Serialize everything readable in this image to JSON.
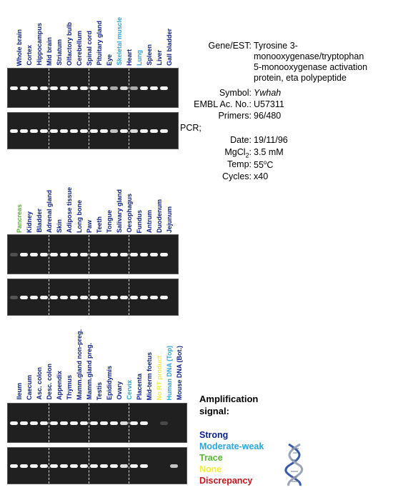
{
  "panels": [
    {
      "lanes": [
        "Whole brain",
        "Cortex",
        "Hippocampus",
        "Mid brain",
        "Striatum",
        "Olfactory bulb",
        "Cerebellum",
        "Spinal cord",
        "Pituitary gland",
        "Eye",
        "Skeletal muscle",
        "Heart",
        "Lung",
        "Spleen",
        "Liver",
        "Gall bladder"
      ],
      "signals": [
        "strong",
        "strong",
        "strong",
        "strong",
        "strong",
        "strong",
        "strong",
        "strong",
        "strong",
        "strong",
        "moderate",
        "strong",
        "moderate",
        "strong",
        "strong",
        "strong"
      ],
      "band_levels_top": [
        1,
        1,
        1,
        1,
        1,
        1,
        1,
        1,
        1,
        1,
        0.7,
        0.9,
        0.7,
        1,
        1,
        1
      ],
      "band_levels_bottom": [
        1,
        1,
        1,
        1,
        1,
        1,
        1,
        1,
        1,
        1,
        0.8,
        1,
        0.9,
        1,
        1,
        1
      ]
    },
    {
      "lanes": [
        "Pancreas",
        "Kidney",
        "Bladder",
        "Adrenal gland",
        "Skin",
        "Adipose tissue",
        "Long bone",
        "Paw",
        "Teeth",
        "Tongue",
        "Salivary gland",
        "Oesophagus",
        "Fundus",
        "Antrum",
        "Duodenum",
        "Jejunum"
      ],
      "signals": [
        "trace",
        "strong",
        "strong",
        "strong",
        "strong",
        "strong",
        "strong",
        "strong",
        "strong",
        "strong",
        "strong",
        "strong",
        "strong",
        "strong",
        "strong",
        "strong"
      ],
      "band_levels_top": [
        0.15,
        1,
        1,
        1,
        1,
        1,
        1,
        1,
        1,
        1,
        1,
        1,
        1,
        1,
        1,
        1
      ],
      "band_levels_bottom": [
        0.2,
        1,
        1,
        1,
        1,
        1,
        1,
        1,
        1,
        1,
        1,
        1,
        1,
        1,
        1,
        1
      ]
    },
    {
      "lanes": [
        "Ileum",
        "Caecum",
        "Asc. colon",
        "Desc. colon",
        "Appendix",
        "Thymus",
        "Mamm.gland non-preg.",
        "Mamm.gland preg.",
        "Testis",
        "Epididymis",
        "Ovary",
        "Cervix",
        "Placenta",
        "Mid-term foetus",
        "No RT product",
        "Human DNA (Top)",
        "Mouse DNA (Bot.)"
      ],
      "signals": [
        "strong",
        "strong",
        "strong",
        "strong",
        "strong",
        "strong",
        "strong",
        "strong",
        "strong",
        "strong",
        "strong",
        "moderate",
        "strong",
        "strong",
        "none",
        "moderate",
        "strong"
      ],
      "band_levels_top": [
        1,
        1,
        1,
        1,
        1,
        1,
        1,
        1,
        1,
        1,
        1,
        0.9,
        1,
        1,
        0,
        0.1,
        0
      ],
      "band_levels_bottom": [
        1,
        1,
        1,
        1,
        1,
        1,
        1,
        1,
        1,
        1,
        1,
        0.9,
        1,
        1,
        0,
        0,
        0.8
      ]
    }
  ],
  "info": {
    "gene_key": "Gene/EST:",
    "gene_lines": [
      "Tyrosine 3-",
      "monooxygenase/tryptophan",
      "5-monooxygenase activation",
      "protein, eta polypeptide"
    ],
    "symbol_key": "Symbol:",
    "symbol_value": "Ywhah",
    "embl_key": "EMBL Ac. No.:",
    "embl_value": "U57311",
    "primers_key": "Primers:",
    "primers_value": "96/480",
    "pcr_key": "PCR;",
    "date_key": "Date:",
    "date_value": "19/11/96",
    "mgcl_key_main": "MgCl",
    "mgcl_key_sub": "2",
    "mgcl_key_colon": ":",
    "mgcl_value": "3.5 mM",
    "temp_key": "Temp:",
    "temp_value_main": "55",
    "temp_value_sup": "o",
    "temp_value_unit": "C",
    "cycles_key": "Cycles:",
    "cycles_value": "x40"
  },
  "legend": {
    "title_lines": [
      "Amplification",
      "signal:"
    ],
    "items": [
      {
        "label": "Strong",
        "color": "#0b1f8f"
      },
      {
        "label": "Moderate-weak",
        "color": "#2aa7de"
      },
      {
        "label": "Trace",
        "color": "#55b82e"
      },
      {
        "label": "None",
        "color": "#f0ec3c"
      },
      {
        "label": "Discrepancy",
        "color": "#c8141c"
      }
    ]
  },
  "colors": {
    "strong": "#0b1f8f",
    "moderate": "#2aa7de",
    "trace": "#55b82e",
    "none": "#f0ec3c",
    "discrepancy": "#c8141c"
  }
}
